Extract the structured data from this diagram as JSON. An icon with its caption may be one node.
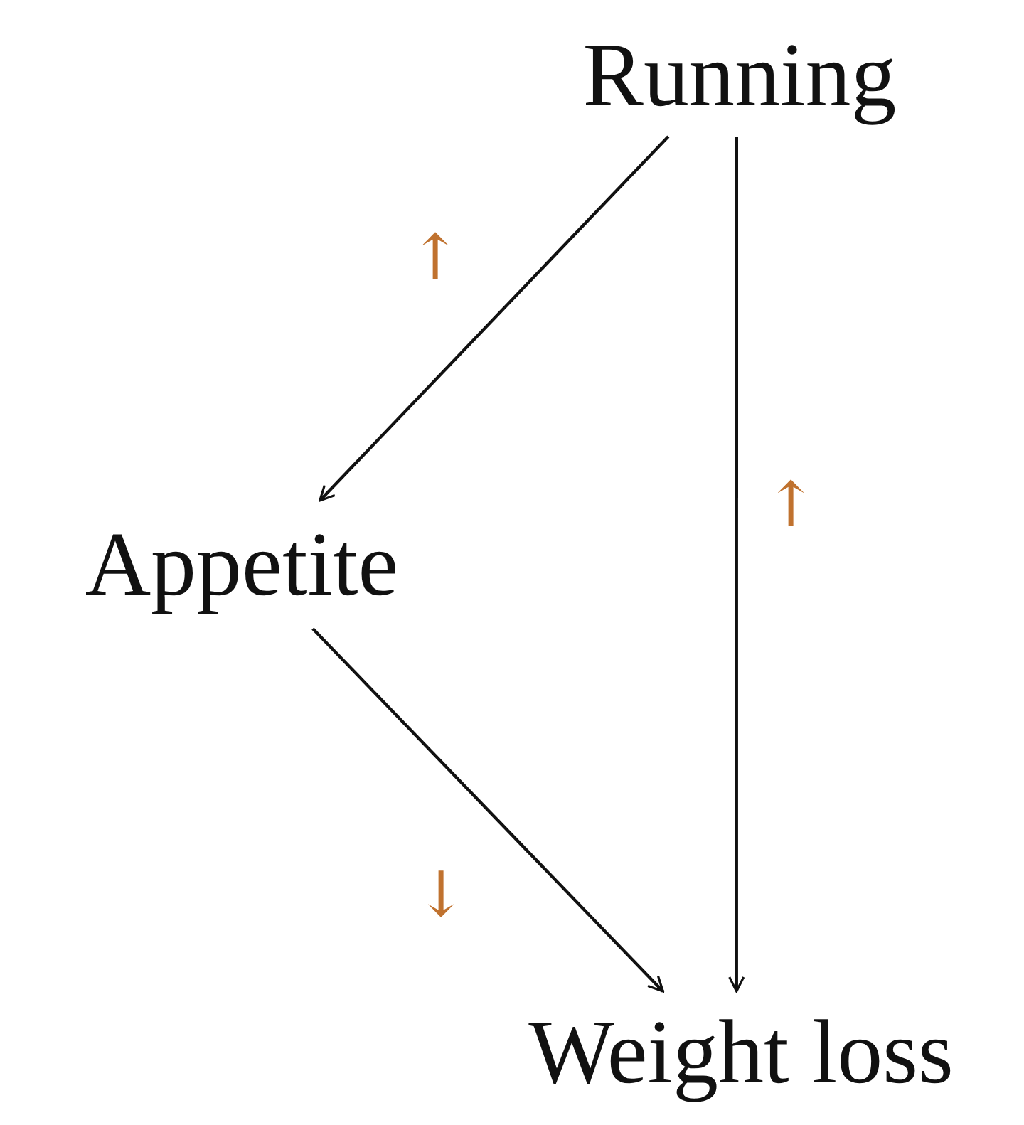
{
  "diagram": {
    "nodes": [
      {
        "text": [
          "Running"
        ]
      },
      {
        "text": [
          "Appetite"
        ]
      },
      {
        "text": [
          "Weight loss"
        ]
      }
    ],
    "edges": [
      {
        "from": 0,
        "to": 1,
        "arrow": "to",
        "label": "↑"
      },
      {
        "from": 0,
        "to": 2,
        "arrow": "to",
        "label": "↑"
      },
      {
        "from": 1,
        "to": 2,
        "arrow": "to",
        "label": "↓"
      }
    ]
  }
}
